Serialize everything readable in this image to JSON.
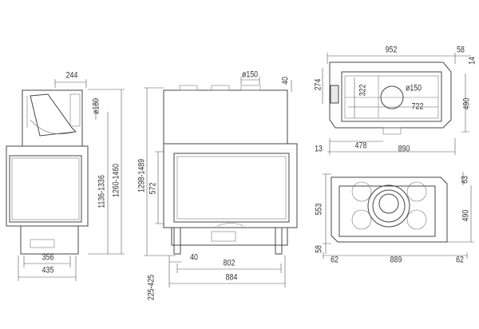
{
  "side_view": {
    "dims": {
      "top_width": "244",
      "flue_diameter": "ø180",
      "height_outlet": "1136-1336",
      "height_total": "1260-1460",
      "base_inner": "356",
      "base_outer": "435"
    }
  },
  "front_view": {
    "dims": {
      "total_height": "1298-1489",
      "glass_height": "572",
      "leg_height": "225-425",
      "flue_diameter": "ø150",
      "top_offset": "40",
      "leg_offset": "40",
      "glass_width": "802",
      "total_width": "884"
    }
  },
  "top_plan": {
    "dims": {
      "width": "952",
      "corner": "58",
      "corner_small": "14",
      "left_depth": "274",
      "inner_depth": "322",
      "flue_diameter": "ø150",
      "inner_width": "722",
      "depth": "490",
      "offset": "13",
      "flue_offset": "478",
      "body_width": "890"
    }
  },
  "bottom_plan": {
    "dims": {
      "depth": "553",
      "front": "58",
      "left": "62",
      "width": "889",
      "right": "62",
      "top_right": "63",
      "right_depth": "490"
    }
  }
}
